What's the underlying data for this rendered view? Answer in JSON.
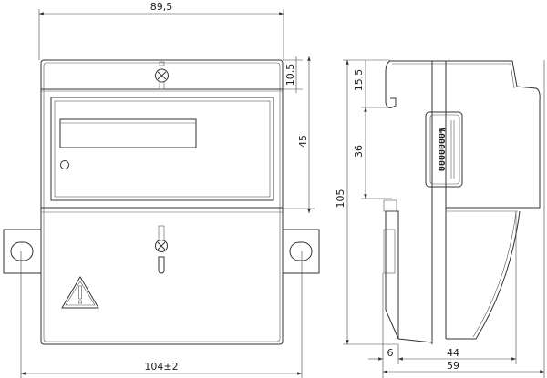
{
  "dimensions": {
    "front_width": "89,5",
    "top_cover_height": "10,5",
    "window_height": "45",
    "mount_spacing": "104±2",
    "total_height": "105",
    "side_top_offset": "15,5",
    "side_window_height": "36",
    "rail_depth": "6",
    "body_depth": "44",
    "total_depth": "59"
  },
  "label": {
    "serial": "№0000000"
  },
  "icons": [
    "screw-icon",
    "warning-triangle-icon",
    "led-indicator-icon"
  ]
}
